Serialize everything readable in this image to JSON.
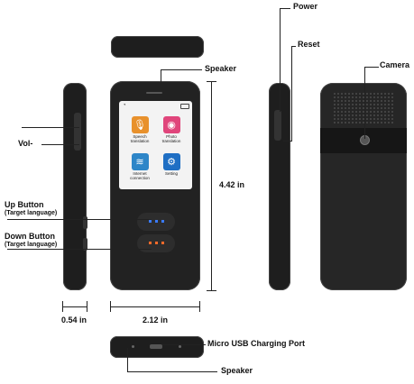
{
  "labels": {
    "power": "Power",
    "reset": "Reset",
    "camera": "Camera",
    "speaker_top": "Speaker",
    "vol_minus": "Vol-",
    "height": "4.42 in",
    "up_button": "Up Button",
    "up_button_sub": "(Target language)",
    "down_button": "Down Button",
    "down_button_sub": "(Target language)",
    "depth": "0.54 in",
    "width": "2.12 in",
    "usb_port": "Micro USB Charging Port",
    "speaker_bottom": "Speaker"
  },
  "screen": {
    "apps": [
      {
        "label": "Speech translation",
        "color": "#e8912c",
        "icon": "microphone-icon"
      },
      {
        "label": "Photo translation",
        "color": "#e0457b",
        "icon": "camera-icon"
      },
      {
        "label": "Internet connection",
        "color": "#2e86c8",
        "icon": "wifi-icon"
      },
      {
        "label": "Setting",
        "color": "#1f6fc4",
        "icon": "gear-icon"
      }
    ]
  },
  "colors": {
    "body": "#1e1e1e",
    "up_button_leds": "#3a7bff",
    "down_button_leds": "#ff6a2a"
  }
}
